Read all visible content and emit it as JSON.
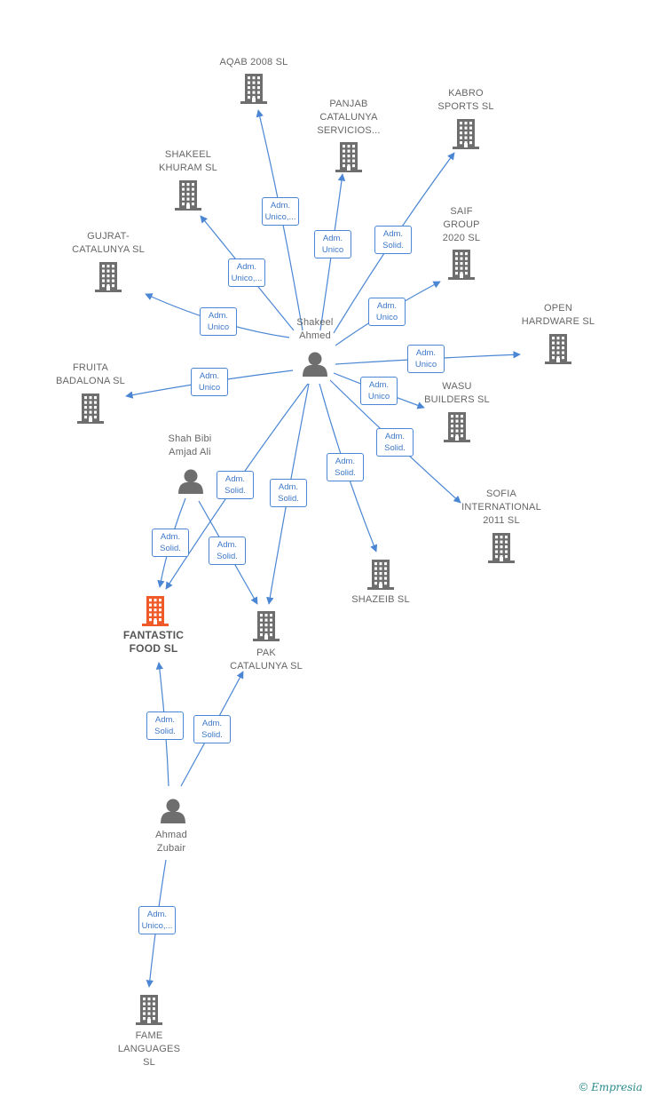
{
  "nodes": [
    {
      "id": "aqab",
      "type": "company",
      "label": "AQAB 2008 SL"
    },
    {
      "id": "panjab",
      "type": "company",
      "label": "PANJAB\nCATALUNYA\nSERVICIOS..."
    },
    {
      "id": "kabro",
      "type": "company",
      "label": "KABRO\nSPORTS  SL"
    },
    {
      "id": "shakeelk",
      "type": "company",
      "label": "SHAKEEL\nKHURAM  SL"
    },
    {
      "id": "saif",
      "type": "company",
      "label": "SAIF\nGROUP\n2020  SL"
    },
    {
      "id": "gujrat",
      "type": "company",
      "label": "GUJRAT-\nCATALUNYA  SL"
    },
    {
      "id": "open",
      "type": "company",
      "label": "OPEN\nHARDWARE  SL"
    },
    {
      "id": "fruita",
      "type": "company",
      "label": "FRUITA\nBADALONA  SL"
    },
    {
      "id": "wasu",
      "type": "company",
      "label": "WASU\nBUILDERS SL"
    },
    {
      "id": "sofia",
      "type": "company",
      "label": "SOFIA\nINTERNATIONAL\n2011 SL"
    },
    {
      "id": "shazeib",
      "type": "company",
      "label": "SHAZEIB  SL"
    },
    {
      "id": "fantastic",
      "type": "company",
      "focus": true,
      "label": "FANTASTIC\nFOOD  SL"
    },
    {
      "id": "pak",
      "type": "company",
      "label": "PAK\nCATALUNYA  SL"
    },
    {
      "id": "fame",
      "type": "company",
      "label": "FAME\nLANGUAGES\nSL"
    },
    {
      "id": "shakeel",
      "type": "person",
      "label": "Shakeel\nAhmed"
    },
    {
      "id": "shahbibi",
      "type": "person",
      "label": "Shah Bibi\nAmjad Ali"
    },
    {
      "id": "ahmad",
      "type": "person",
      "label": "Ahmad\nZubair"
    }
  ],
  "edges": [
    {
      "from": "shakeel",
      "to": "aqab",
      "label": "Adm.\nUnico,..."
    },
    {
      "from": "shakeel",
      "to": "panjab",
      "label": "Adm.\nUnico"
    },
    {
      "from": "shakeel",
      "to": "kabro",
      "label": "Adm.\nSolid."
    },
    {
      "from": "shakeel",
      "to": "shakeelk",
      "label": "Adm.\nUnico,..."
    },
    {
      "from": "shakeel",
      "to": "saif",
      "label": "Adm.\nUnico"
    },
    {
      "from": "shakeel",
      "to": "gujrat",
      "label": "Adm.\nUnico"
    },
    {
      "from": "shakeel",
      "to": "open",
      "label": "Adm.\nUnico"
    },
    {
      "from": "shakeel",
      "to": "fruita",
      "label": "Adm.\nUnico"
    },
    {
      "from": "shakeel",
      "to": "wasu",
      "label": "Adm.\nUnico"
    },
    {
      "from": "shakeel",
      "to": "sofia",
      "label": "Adm.\nSolid."
    },
    {
      "from": "shakeel",
      "to": "shazeib",
      "label": "Adm.\nSolid."
    },
    {
      "from": "shakeel",
      "to": "fantastic",
      "label": "Adm.\nSolid."
    },
    {
      "from": "shakeel",
      "to": "pak",
      "label": "Adm.\nSolid."
    },
    {
      "from": "shahbibi",
      "to": "fantastic",
      "label": "Adm.\nSolid."
    },
    {
      "from": "shahbibi",
      "to": "pak",
      "label": "Adm.\nSolid."
    },
    {
      "from": "ahmad",
      "to": "fantastic",
      "label": "Adm.\nSolid."
    },
    {
      "from": "ahmad",
      "to": "pak",
      "label": "Adm.\nSolid."
    },
    {
      "from": "ahmad",
      "to": "fame",
      "label": "Adm.\nUnico,..."
    }
  ],
  "colors": {
    "edge": "#4a86d4",
    "node": "#6e6e6e",
    "focus_node": "#f05a28",
    "label": "#666666",
    "brand": "#2a8a8a"
  },
  "footer": {
    "copyright_symbol": "©",
    "brand": "Empresia"
  }
}
